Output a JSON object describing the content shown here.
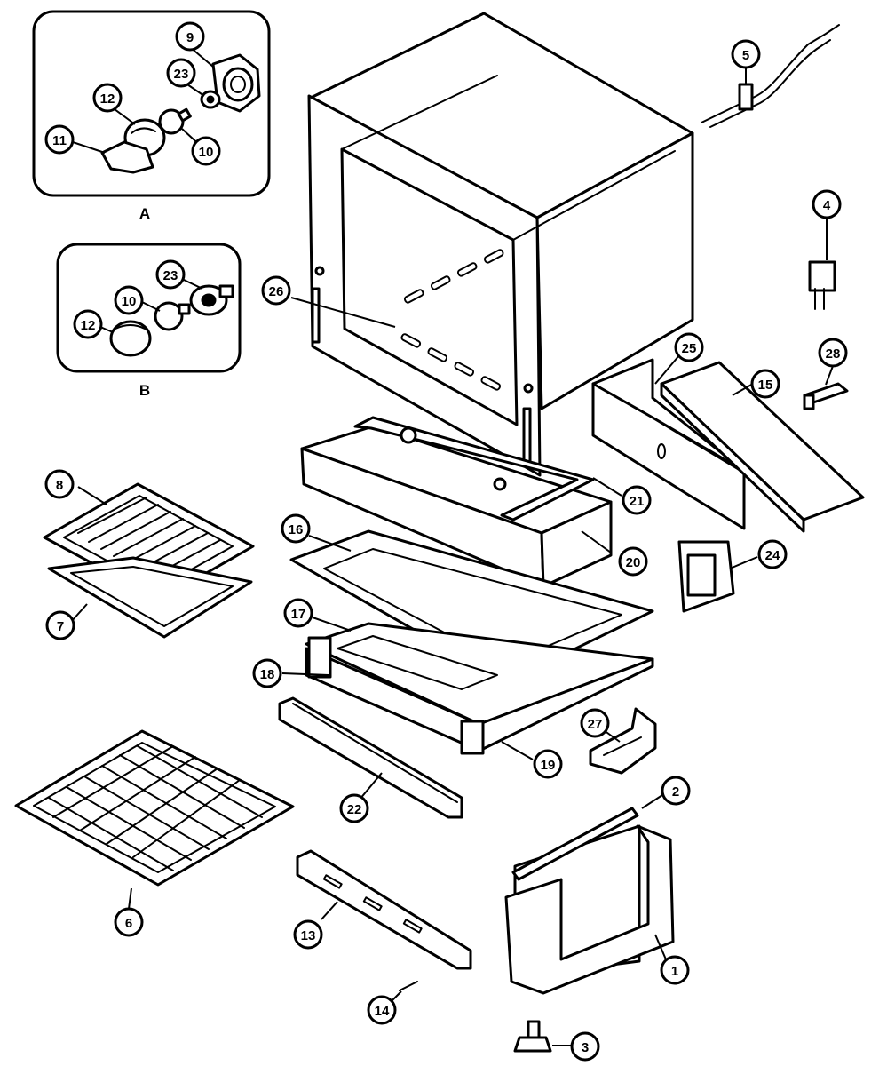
{
  "insets": [
    {
      "id": "A",
      "label": "A"
    },
    {
      "id": "B",
      "label": "B"
    }
  ],
  "callouts": {
    "p1": "1",
    "p2": "2",
    "p3": "3",
    "p4": "4",
    "p5": "5",
    "p6": "6",
    "p7": "7",
    "p8": "8",
    "p9": "9",
    "p10a": "10",
    "p10b": "10",
    "p11": "11",
    "p12a": "12",
    "p12b": "12",
    "p13": "13",
    "p14": "14",
    "p15": "15",
    "p16": "16",
    "p17": "17",
    "p18": "18",
    "p19": "19",
    "p20": "20",
    "p21": "21",
    "p22": "22",
    "p23a": "23",
    "p23b": "23",
    "p24": "24",
    "p25": "25",
    "p26": "26",
    "p27": "27",
    "p28": "28"
  }
}
